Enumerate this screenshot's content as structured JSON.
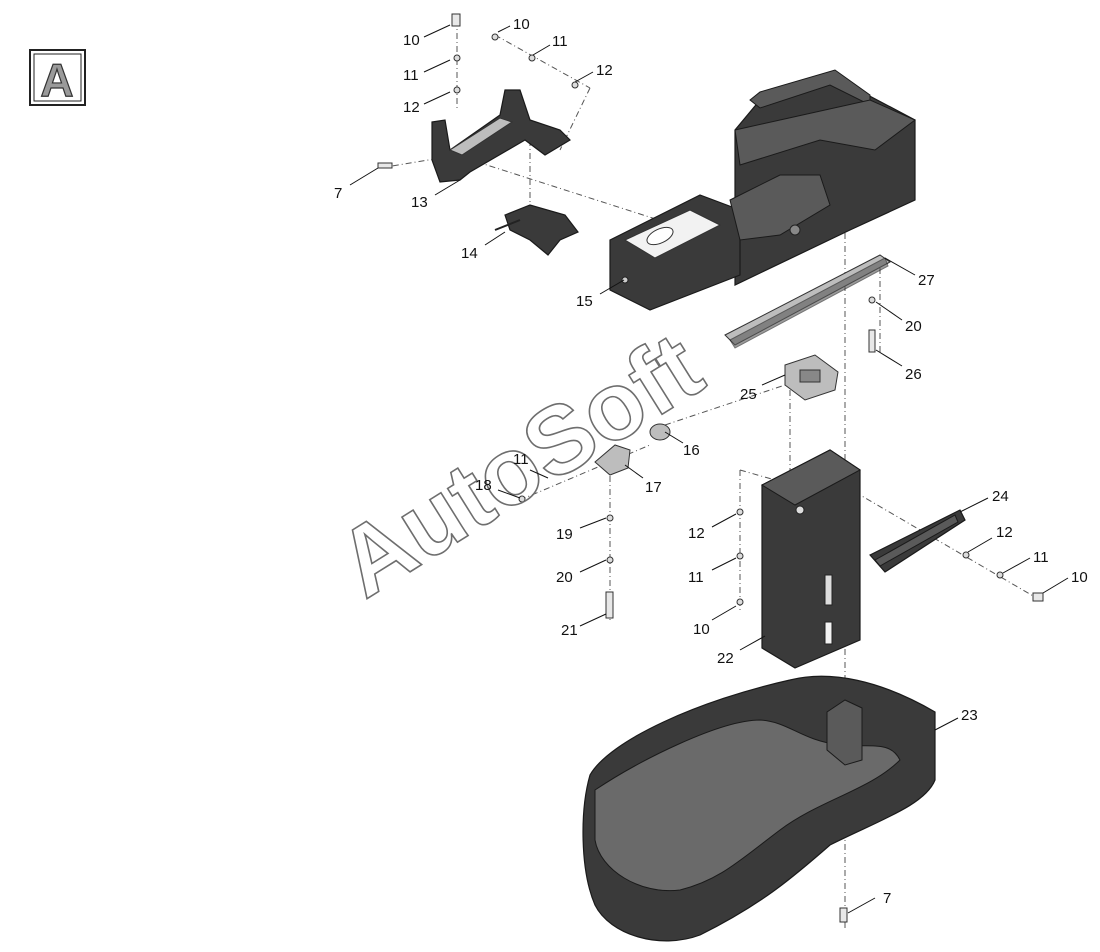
{
  "view_badge": {
    "letter": "A"
  },
  "watermark": {
    "text": "AutoSoft"
  },
  "callouts": [
    {
      "id": "c10a",
      "label": "10"
    },
    {
      "id": "c11a",
      "label": "11"
    },
    {
      "id": "c12a",
      "label": "12"
    },
    {
      "id": "c10b",
      "label": "10"
    },
    {
      "id": "c11b",
      "label": "11"
    },
    {
      "id": "c12b",
      "label": "12"
    },
    {
      "id": "c7a",
      "label": "7"
    },
    {
      "id": "c13",
      "label": "13"
    },
    {
      "id": "c14",
      "label": "14"
    },
    {
      "id": "c15",
      "label": "15"
    },
    {
      "id": "c27",
      "label": "27"
    },
    {
      "id": "c20a",
      "label": "20"
    },
    {
      "id": "c26",
      "label": "26"
    },
    {
      "id": "c25",
      "label": "25"
    },
    {
      "id": "c16",
      "label": "16"
    },
    {
      "id": "c11c",
      "label": "11"
    },
    {
      "id": "c18",
      "label": "18"
    },
    {
      "id": "c17",
      "label": "17"
    },
    {
      "id": "c24",
      "label": "24"
    },
    {
      "id": "c19",
      "label": "19"
    },
    {
      "id": "c12c",
      "label": "12"
    },
    {
      "id": "c12d",
      "label": "12"
    },
    {
      "id": "c20b",
      "label": "20"
    },
    {
      "id": "c11d",
      "label": "11"
    },
    {
      "id": "c11e",
      "label": "11"
    },
    {
      "id": "c10c",
      "label": "10"
    },
    {
      "id": "c21",
      "label": "21"
    },
    {
      "id": "c10d",
      "label": "10"
    },
    {
      "id": "c22",
      "label": "22"
    },
    {
      "id": "c23",
      "label": "23"
    },
    {
      "id": "c7b",
      "label": "7"
    }
  ]
}
